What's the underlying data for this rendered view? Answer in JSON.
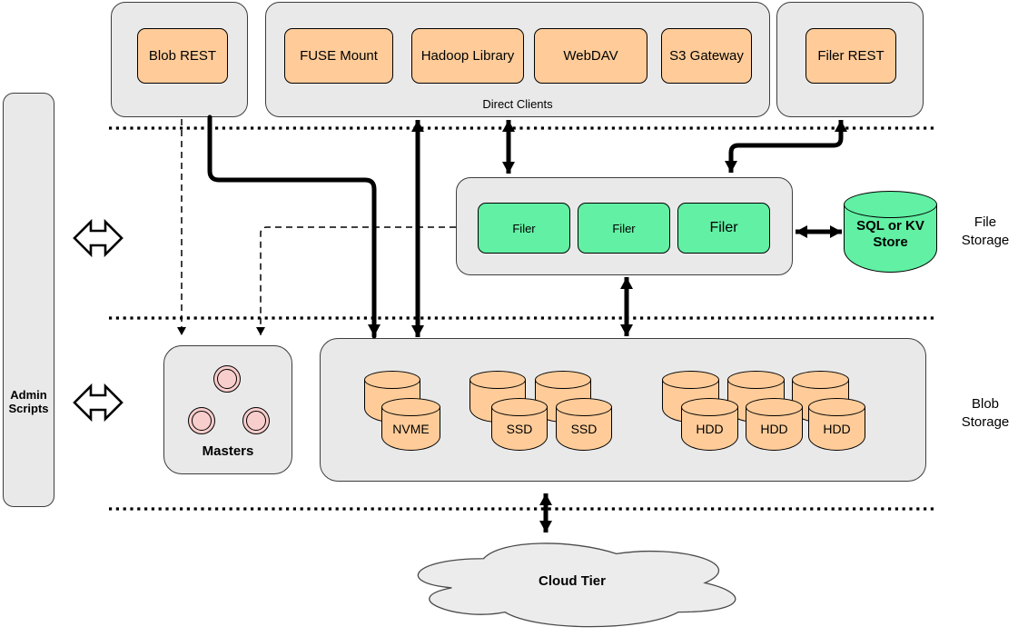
{
  "colors": {
    "container_fill": "#e9e9e9",
    "client_orange": "#ffcc99",
    "filer_green": "#61f0a4",
    "master_pink": "#f8cecc",
    "line_black": "#000000"
  },
  "left_panel": {
    "admin_label": "Admin Scripts"
  },
  "top_row": {
    "blob_rest_label": "Blob REST",
    "direct_clients_label": "Direct Clients",
    "clients": [
      {
        "label": "FUSE Mount"
      },
      {
        "label": "Hadoop Library"
      },
      {
        "label": "WebDAV"
      },
      {
        "label": "S3 Gateway"
      }
    ],
    "filer_rest_label": "Filer REST"
  },
  "file_tier": {
    "tier_label": "File Storage",
    "filers": [
      {
        "label": "Filer"
      },
      {
        "label": "Filer"
      },
      {
        "label": "Filer"
      }
    ],
    "store_label": "SQL or KV Store"
  },
  "blob_tier": {
    "tier_label": "Blob Storage",
    "masters_label": "Masters",
    "volumes": [
      {
        "label": "NVME"
      },
      {
        "label": "SSD"
      },
      {
        "label": "SSD"
      },
      {
        "label": "HDD"
      },
      {
        "label": "HDD"
      },
      {
        "label": "HDD"
      }
    ]
  },
  "cloud_label": "Cloud Tier"
}
